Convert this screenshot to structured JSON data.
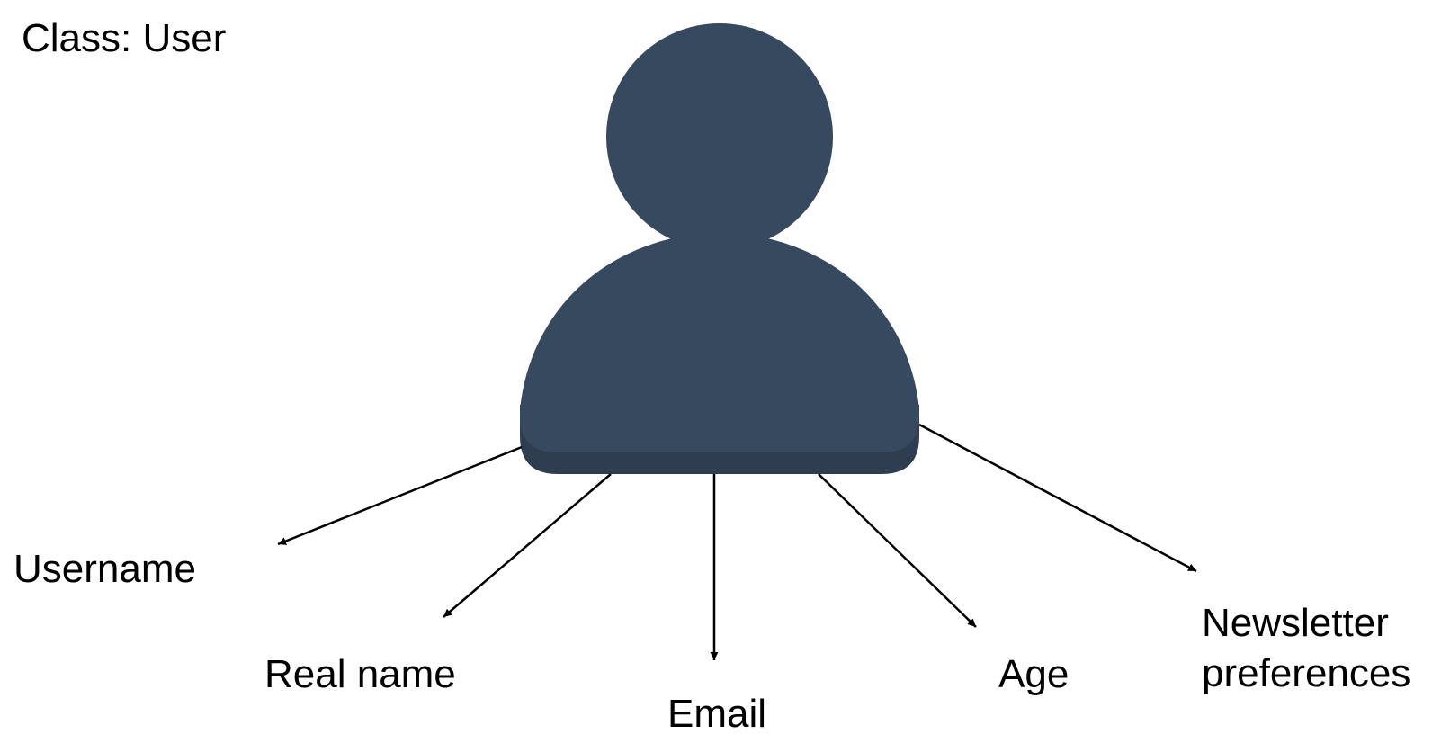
{
  "title": "Class: User",
  "icon": {
    "name": "user-icon",
    "color": "#36495E",
    "shadow_color": "#2E3D4F"
  },
  "attributes": {
    "username": "Username",
    "real_name": "Real name",
    "email": "Email",
    "age": "Age",
    "newsletter_line1": "Newsletter",
    "newsletter_line2": "preferences"
  }
}
